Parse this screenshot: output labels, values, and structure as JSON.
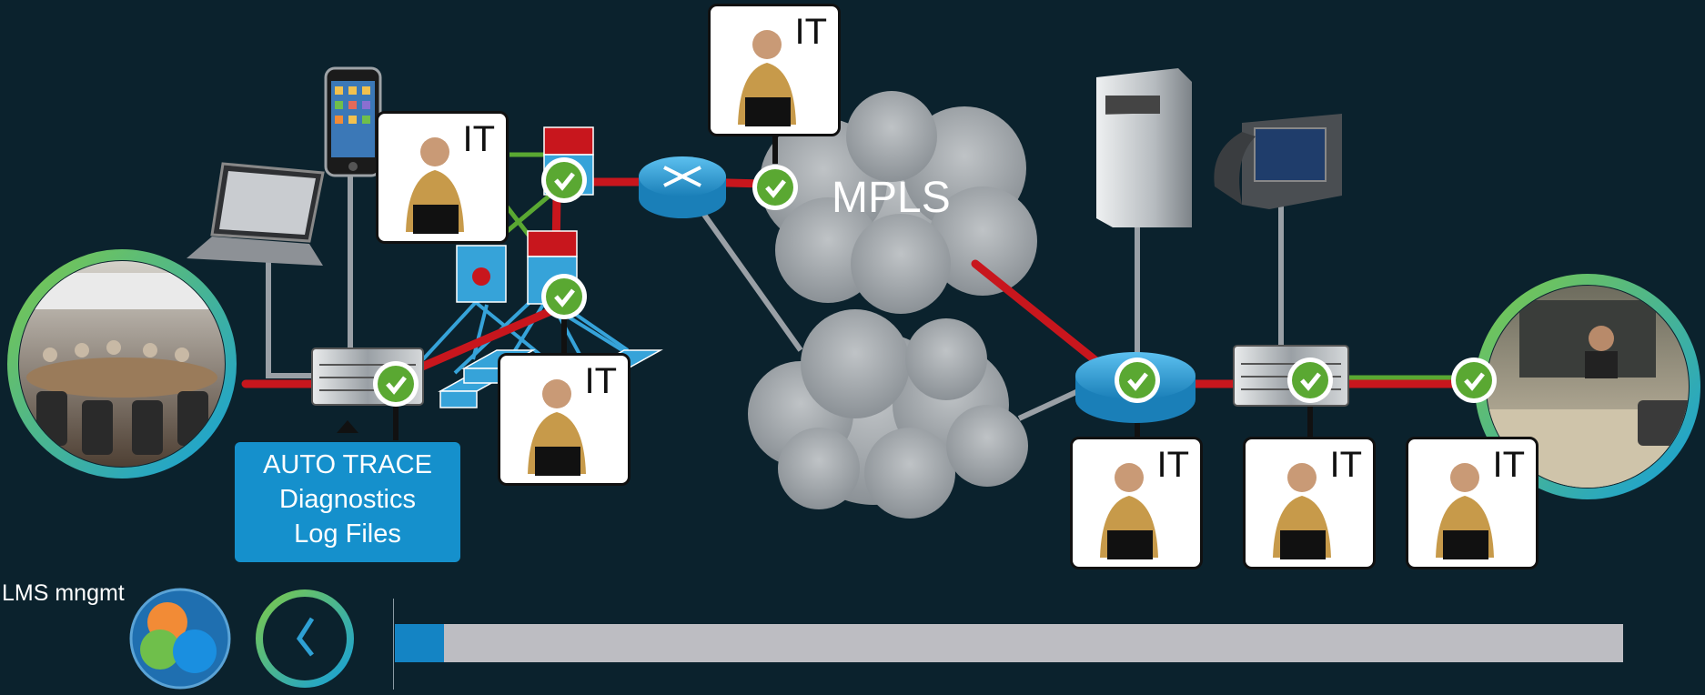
{
  "cloud_top_label": "MPLS",
  "it_label": "IT",
  "trace_box": {
    "line1": "AUTO TRACE",
    "line2": "Diagnostics",
    "line3": "Log Files"
  },
  "lms_label": "LMS mngmt",
  "progress": {
    "fraction": 0.04
  },
  "colors": {
    "background": "#0b222d",
    "path_red": "#c8161d",
    "link_gray": "#9aa0a6",
    "link_green": "#5aa832",
    "link_blue": "#36a3d9",
    "check_green": "#5aa832",
    "trace_blue": "#1590cc",
    "ring_green": "#6ec24c",
    "ring_blue": "#1aa4d8"
  },
  "icons": [
    "person-with-laptop-icon",
    "router-icon",
    "switch-icon",
    "layer3-switch-icon",
    "firewall-icon",
    "server-icon",
    "ip-phone-icon",
    "smartphone-icon",
    "laptop-icon",
    "checkmark-icon",
    "clock-icon",
    "lms-logo-icon",
    "cloud-icon"
  ]
}
